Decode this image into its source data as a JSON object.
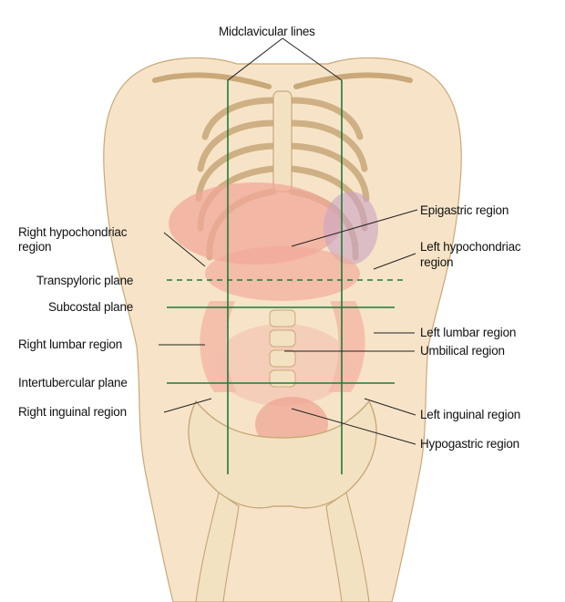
{
  "labels": {
    "midclavicular": "Midclavicular lines",
    "epigastric": "Epigastric region",
    "right_hypo_1": "Right hypochondriac",
    "right_hypo_2": "region",
    "left_hypo_1": "Left hypochondriac",
    "left_hypo_2": "region",
    "transpyloric": "Transpyloric plane",
    "subcostal": "Subcostal plane",
    "right_lumbar": "Right lumbar region",
    "left_lumbar": "Left lumbar region",
    "umbilical": "Umbilical region",
    "intertubercular": "Intertubercular plane",
    "right_inguinal": "Right inguinal region",
    "left_inguinal": "Left inguinal region",
    "hypogastric": "Hypogastric region"
  },
  "colors": {
    "skin": "#f7e4c8",
    "bone": "#f3e2c2",
    "bone_outline": "#c9a879",
    "organ": "#f2a89a",
    "plane_line": "#1d7a3a"
  }
}
